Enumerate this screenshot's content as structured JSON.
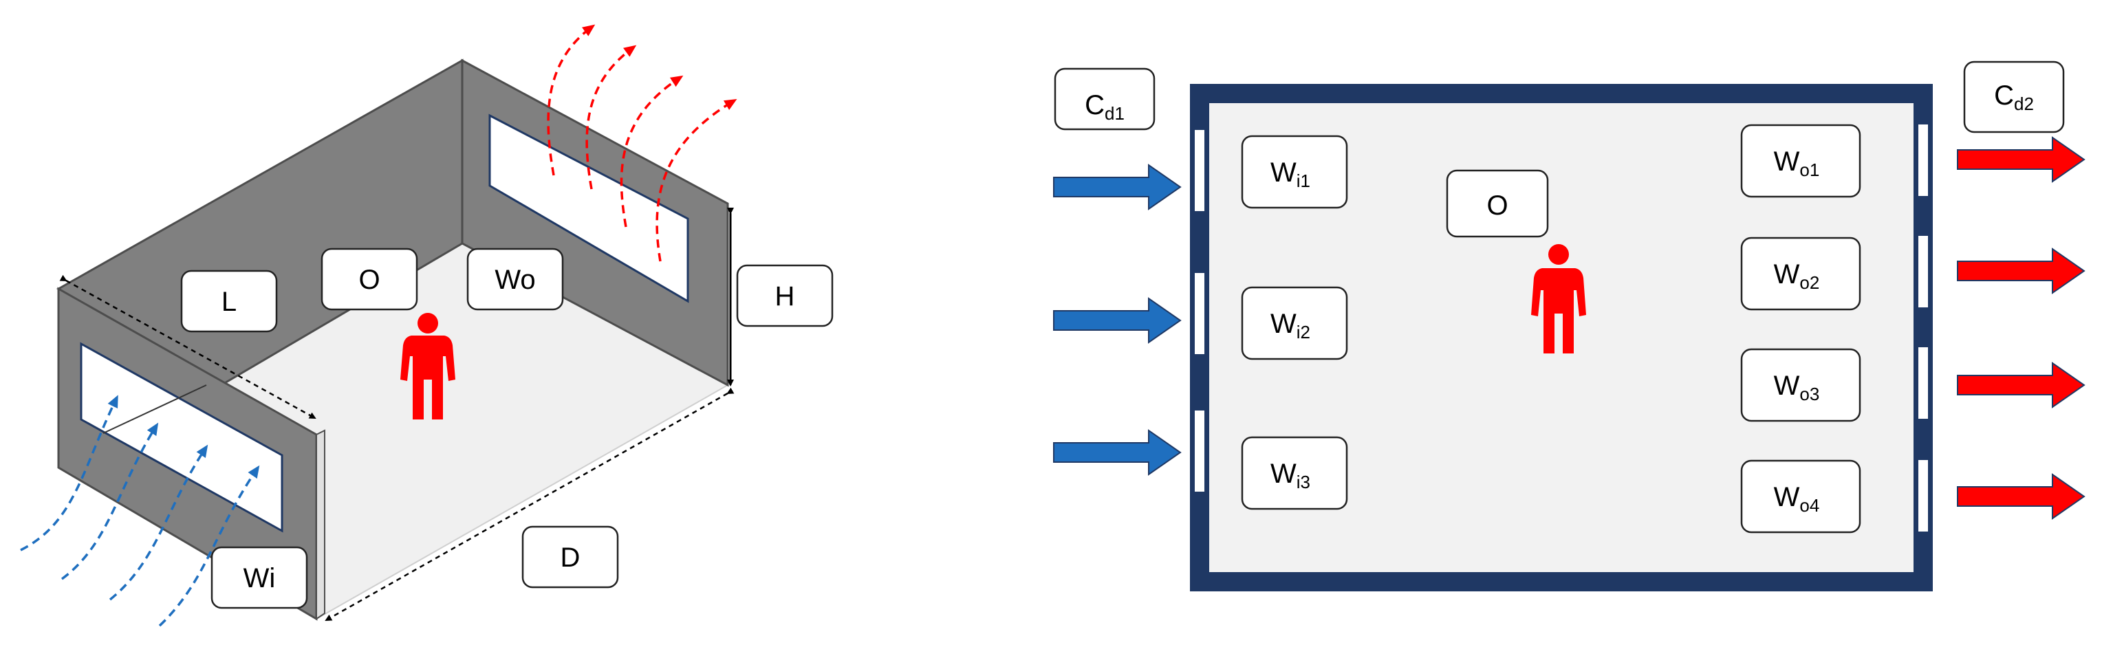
{
  "colors": {
    "wall": "#808080",
    "wall_edge": "#4d4d4d",
    "floor": "#f0f0f0",
    "room_border": "#1f3864",
    "room_fill": "#f2f2f2",
    "inflow": "#1f6fbf",
    "outflow": "#ff0000",
    "occupant": "#ff0000"
  },
  "left_diagram": {
    "labels": {
      "L": "L",
      "O": "O",
      "Wo": "Wo",
      "H": "H",
      "Wi": "Wi",
      "D": "D"
    }
  },
  "right_diagram": {
    "cd1": {
      "main": "C",
      "sub": "d1"
    },
    "cd2": {
      "main": "C",
      "sub": "d2"
    },
    "occupant_label": "O",
    "inlets": [
      {
        "main": "W",
        "sub": "i1"
      },
      {
        "main": "W",
        "sub": "i2"
      },
      {
        "main": "W",
        "sub": "i3"
      }
    ],
    "outlets": [
      {
        "main": "W",
        "sub": "o1"
      },
      {
        "main": "W",
        "sub": "o2"
      },
      {
        "main": "W",
        "sub": "o3"
      },
      {
        "main": "W",
        "sub": "o4"
      }
    ]
  }
}
